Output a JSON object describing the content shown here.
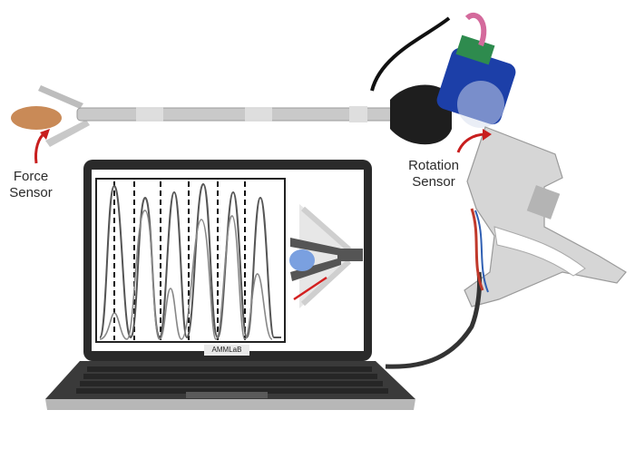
{
  "labels": {
    "force_sensor": [
      "Force",
      "Sensor"
    ],
    "rotation_sensor": [
      "Rotation",
      "Sensor"
    ],
    "laptop_brand": "AMMLaB"
  },
  "colors": {
    "background": "#ffffff",
    "screen": "#ffffff",
    "laptop_body": "#2a2a2a",
    "keyboard": "#3a3a3a",
    "shaft": "#c9c9c9",
    "handle": "#d6d6d6",
    "knob": "#1e1e1e",
    "circuit_board": "#1c3fa8",
    "force_sensor": "#c98a57",
    "arrow_red": "#c81e1e",
    "waveform": "#555555",
    "grasper_ellipse": "#7aa0e0",
    "grasper_line": "#d32020"
  },
  "icons": [
    "force-sensor-pad",
    "red-arrow",
    "laptop",
    "surgical-grasper",
    "rotation-sensor-board"
  ]
}
